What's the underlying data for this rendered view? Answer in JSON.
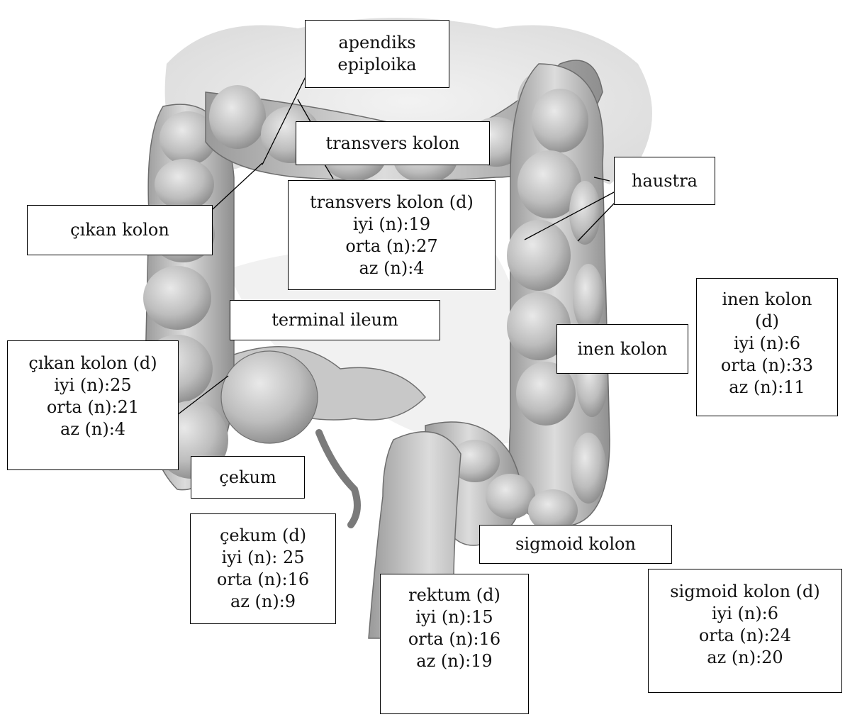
{
  "figure": {
    "labels": {
      "apendiks": [
        "apendiks",
        "epiploika"
      ],
      "transvers_kolon": "transvers kolon",
      "haustra": "haustra",
      "cikan_kolon": "çıkan kolon",
      "terminal_ileum": "terminal ileum",
      "inen_kolon": "inen kolon",
      "cekum": "çekum",
      "sigmoid_kolon": "sigmoid kolon"
    },
    "stats": {
      "transvers": {
        "title": "transvers kolon (d)",
        "iyi": "iyi (n):19",
        "orta": "orta (n):27",
        "az": "az (n):4"
      },
      "inen": {
        "title_1": "inen kolon",
        "title_2": "(d)",
        "iyi": "iyi (n):6",
        "orta": "orta (n):33",
        "az": "az (n):11"
      },
      "cikan": {
        "title": "çıkan kolon (d)",
        "iyi": "iyi (n):25",
        "orta": "orta (n):21",
        "az": "az (n):4"
      },
      "cekum": {
        "title": "çekum (d)",
        "iyi": "iyi (n): 25",
        "orta": "orta (n):16",
        "az": "az (n):9"
      },
      "rektum": {
        "title": "rektum (d)",
        "iyi": "iyi (n):15",
        "orta": "orta (n):16",
        "az": "az (n):19"
      },
      "sigmoid": {
        "title": "sigmoid kolon (d)",
        "iyi": "iyi (n):6",
        "orta": "orta (n):24",
        "az": "az (n):20"
      }
    }
  }
}
